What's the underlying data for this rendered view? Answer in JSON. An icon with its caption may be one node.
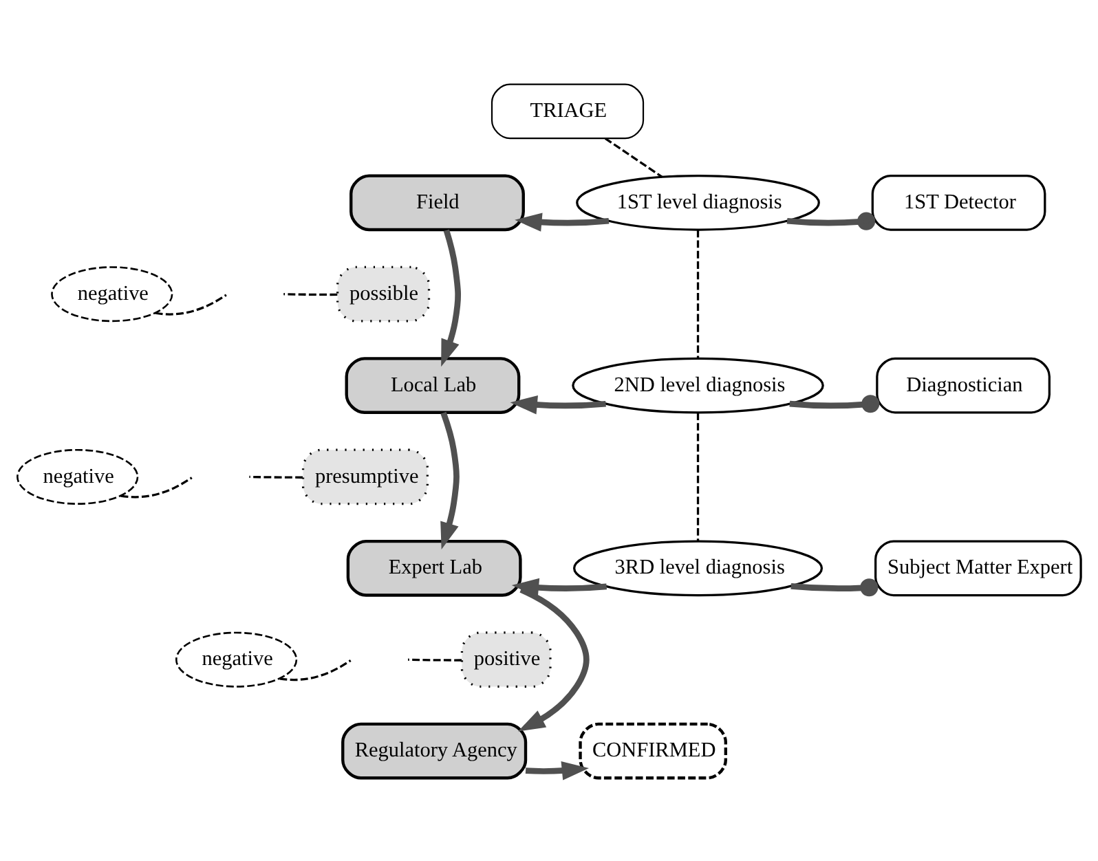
{
  "diagram": {
    "nodes": [
      {
        "text": [
          "TRIAGE"
        ]
      },
      {
        "text": [
          "Field"
        ]
      },
      {
        "text": [
          "1ST level diagnosis"
        ]
      },
      {
        "text": [
          "1ST Detector"
        ]
      },
      {
        "text": [
          "negative"
        ]
      },
      {
        "text": [
          "possible"
        ]
      },
      {
        "text": [
          "Local Lab"
        ]
      },
      {
        "text": [
          "2ND level diagnosis"
        ]
      },
      {
        "text": [
          "Diagnostician"
        ]
      },
      {
        "text": [
          "negative"
        ]
      },
      {
        "text": [
          "presumptive"
        ]
      },
      {
        "text": [
          "Expert Lab"
        ]
      },
      {
        "text": [
          "3RD level diagnosis"
        ]
      },
      {
        "text": [
          "Subject Matter Expert"
        ]
      },
      {
        "text": [
          "negative"
        ]
      },
      {
        "text": [
          "positive"
        ]
      },
      {
        "text": [
          "Regulatory Agency"
        ]
      },
      {
        "text": [
          "CONFIRMED"
        ]
      }
    ],
    "edges": [
      {
        "from": 0,
        "to": 2,
        "arrow": "none",
        "style": "dashed"
      },
      {
        "from": 2,
        "to": 1,
        "arrow": "to"
      },
      {
        "from": 3,
        "to": 2,
        "arrow": "other"
      },
      {
        "from": 1,
        "to": 6,
        "arrow": "to"
      },
      {
        "from": 4,
        "to": null,
        "arrow": "none",
        "style": "dashed"
      },
      {
        "from": 5,
        "to": null,
        "arrow": "none",
        "style": "dashed"
      },
      {
        "from": 2,
        "to": 7,
        "arrow": "none",
        "style": "dashed"
      },
      {
        "from": 7,
        "to": 6,
        "arrow": "to"
      },
      {
        "from": 8,
        "to": 7,
        "arrow": "other"
      },
      {
        "from": 6,
        "to": 11,
        "arrow": "to"
      },
      {
        "from": 9,
        "to": null,
        "arrow": "none",
        "style": "dashed"
      },
      {
        "from": 10,
        "to": null,
        "arrow": "none",
        "style": "dashed"
      },
      {
        "from": 7,
        "to": 12,
        "arrow": "none",
        "style": "dashed"
      },
      {
        "from": 12,
        "to": 11,
        "arrow": "to"
      },
      {
        "from": 13,
        "to": 12,
        "arrow": "other"
      },
      {
        "from": 11,
        "to": 16,
        "arrow": "to"
      },
      {
        "from": 14,
        "to": null,
        "arrow": "none",
        "style": "dashed"
      },
      {
        "from": 15,
        "to": null,
        "arrow": "none",
        "style": "dashed"
      },
      {
        "from": 16,
        "to": 17,
        "arrow": "to"
      }
    ]
  }
}
